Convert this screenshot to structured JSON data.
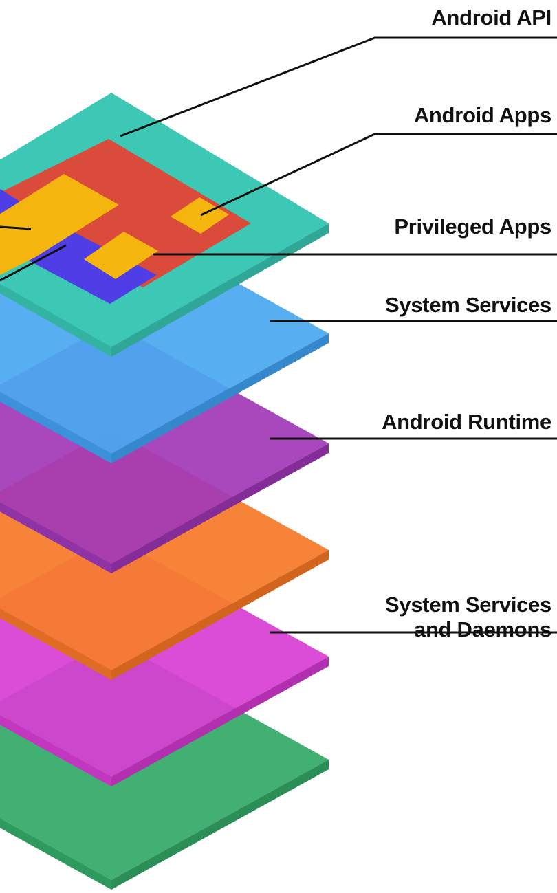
{
  "labels": {
    "android_api": "Android API",
    "android_apps": "Android Apps",
    "privileged_apps": "Privileged Apps",
    "system_services": "System Services",
    "android_runtime": "Android Runtime",
    "system_services_daemons": "System Services\nand Daemons"
  },
  "colors": {
    "teal": "#3cc8b4",
    "red": "#db4b3c",
    "yellow": "#f5b50f",
    "blue_block": "#4f3de6",
    "light_blue": "#4aa8f0",
    "purple": "#a23ab8",
    "orange": "#f77c2e",
    "magenta": "#d83fd4",
    "green": "#38ab6b",
    "leader_line": "#111111"
  }
}
